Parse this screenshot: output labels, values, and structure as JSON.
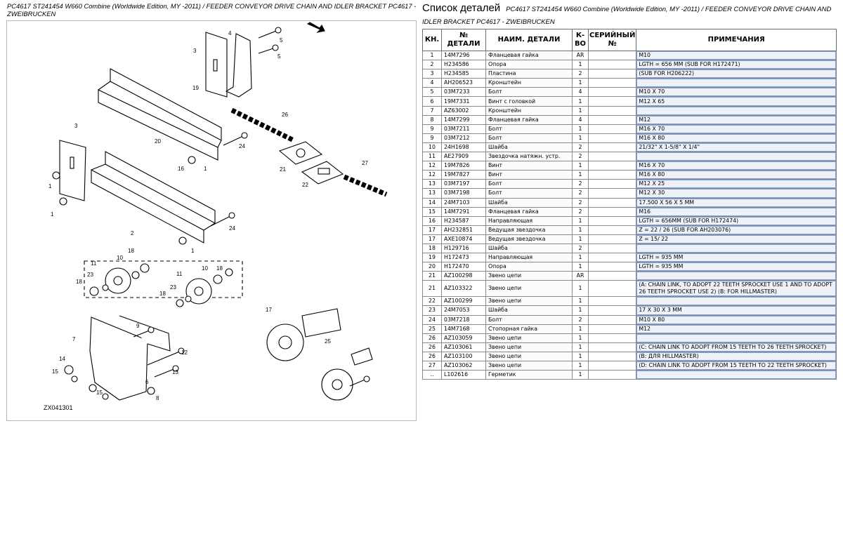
{
  "header_left": {
    "title": "PC4617 ST241454 W660 Combine (Worldwide Edition, MY -2011) / FEEDER CONVEYOR DRIVE CHAIN AND IDLER BRACKET PC4617 - ZWEIBRUCKEN"
  },
  "header_right": {
    "heading": "Список деталей",
    "subtitle": "PC4617 ST241454 W660 Combine (Worldwide Edition, MY -2011) / FEEDER CONVEYOR DRIVE CHAIN AND IDLER BRACKET PC4617 - ZWEIBRUCKEN"
  },
  "diagram": {
    "code": "ZX041301",
    "callouts": [
      "1",
      "1",
      "1",
      "1",
      "1",
      "2",
      "3",
      "3",
      "4",
      "5",
      "5",
      "6",
      "7",
      "8",
      "9",
      "10",
      "10",
      "11",
      "11",
      "12",
      "13",
      "14",
      "15",
      "15",
      "16",
      "17",
      "18",
      "18",
      "18",
      "19",
      "20",
      "21",
      "22",
      "23",
      "23",
      "24",
      "24",
      "25",
      "26",
      "27"
    ]
  },
  "table": {
    "headers": [
      "КН.",
      "№ ДЕТАЛИ",
      "НАИМ. ДЕТАЛИ",
      "К-ВО",
      "СЕРИЙНЫЙ №",
      "ПРИМЕЧАНИЯ"
    ],
    "rows": [
      {
        "kn": "1",
        "part": "14M7296",
        "name": "Фланцевая гайка",
        "qty": "AR",
        "serial": "",
        "note": "M10"
      },
      {
        "kn": "2",
        "part": "H234586",
        "name": "Опора",
        "qty": "1",
        "serial": "",
        "note": "LGTH = 656 MM (SUB FOR H172471)"
      },
      {
        "kn": "3",
        "part": "H234585",
        "name": "Пластина",
        "qty": "2",
        "serial": "",
        "note": "(SUB FOR H206222)"
      },
      {
        "kn": "4",
        "part": "AH206523",
        "name": "Кронштейн",
        "qty": "1",
        "serial": "",
        "note": ""
      },
      {
        "kn": "5",
        "part": "03M7233",
        "name": "Болт",
        "qty": "4",
        "serial": "",
        "note": "M10 X 70"
      },
      {
        "kn": "6",
        "part": "19M7331",
        "name": "Винт с головкой",
        "qty": "1",
        "serial": "",
        "note": "M12 X 65"
      },
      {
        "kn": "7",
        "part": "AZ63002",
        "name": "Кронштейн",
        "qty": "1",
        "serial": "",
        "note": ""
      },
      {
        "kn": "8",
        "part": "14M7299",
        "name": "Фланцевая гайка",
        "qty": "4",
        "serial": "",
        "note": "M12"
      },
      {
        "kn": "9",
        "part": "03M7211",
        "name": "Болт",
        "qty": "1",
        "serial": "",
        "note": "M16 X 70"
      },
      {
        "kn": "9",
        "part": "03M7212",
        "name": "Болт",
        "qty": "1",
        "serial": "",
        "note": "M16 X 80"
      },
      {
        "kn": "10",
        "part": "24H1698",
        "name": "Шайба",
        "qty": "2",
        "serial": "",
        "note": "21/32\" X 1-5/8\" X 1/4\""
      },
      {
        "kn": "11",
        "part": "AE27909",
        "name": "Звездочка натяжн. устр.",
        "qty": "2",
        "serial": "",
        "note": ""
      },
      {
        "kn": "12",
        "part": "19M7826",
        "name": "Винт",
        "qty": "1",
        "serial": "",
        "note": "M16 X 70"
      },
      {
        "kn": "12",
        "part": "19M7827",
        "name": "Винт",
        "qty": "1",
        "serial": "",
        "note": "M16 X 80"
      },
      {
        "kn": "13",
        "part": "03M7197",
        "name": "Болт",
        "qty": "2",
        "serial": "",
        "note": "M12 X 25"
      },
      {
        "kn": "13",
        "part": "03M7198",
        "name": "Болт",
        "qty": "2",
        "serial": "",
        "note": "M12 X 30"
      },
      {
        "kn": "14",
        "part": "24M7103",
        "name": "Шайба",
        "qty": "2",
        "serial": "",
        "note": "17.500 X 56 X 5 MM"
      },
      {
        "kn": "15",
        "part": "14M7291",
        "name": "Фланцевая гайка",
        "qty": "2",
        "serial": "",
        "note": "M16"
      },
      {
        "kn": "16",
        "part": "H234587",
        "name": "Направляющая",
        "qty": "1",
        "serial": "",
        "note": "LGTH = 656MM (SUB FOR H172474)"
      },
      {
        "kn": "17",
        "part": "AH232851",
        "name": "Ведущая звездочка",
        "qty": "1",
        "serial": "",
        "note": "Z = 22 / 26 (SUB FOR AH203076)"
      },
      {
        "kn": "17",
        "part": "AXE10874",
        "name": "Ведущая звездочка",
        "qty": "1",
        "serial": "",
        "note": "Z = 15/ 22"
      },
      {
        "kn": "18",
        "part": "H129716",
        "name": "Шайба",
        "qty": "2",
        "serial": "",
        "note": ""
      },
      {
        "kn": "19",
        "part": "H172473",
        "name": "Направляющая",
        "qty": "1",
        "serial": "",
        "note": "LGTH = 935 MM"
      },
      {
        "kn": "20",
        "part": "H172470",
        "name": "Опора",
        "qty": "1",
        "serial": "",
        "note": "LGTH = 935 MM"
      },
      {
        "kn": "21",
        "part": "AZ100298",
        "name": "Звено цепи",
        "qty": "AR",
        "serial": "",
        "note": ""
      },
      {
        "kn": "21",
        "part": "AZ103322",
        "name": "Звено цепи",
        "qty": "1",
        "serial": "",
        "note": "(A: CHAIN LINK, TO ADOPT 22 TEETH SPROCKET USE 1 AND TO ADOPT 26 TEETH SPROCKET USE 2) (B: FOR HILLMASTER)",
        "tall": true
      },
      {
        "kn": "22",
        "part": "AZ100299",
        "name": "Звено цепи",
        "qty": "1",
        "serial": "",
        "note": ""
      },
      {
        "kn": "23",
        "part": "24M7053",
        "name": "Шайба",
        "qty": "1",
        "serial": "",
        "note": "17 X 30 X 3 MM"
      },
      {
        "kn": "24",
        "part": "03M7218",
        "name": "Болт",
        "qty": "2",
        "serial": "",
        "note": "M10 X 80"
      },
      {
        "kn": "25",
        "part": "14M7168",
        "name": "Стопорная гайка",
        "qty": "1",
        "serial": "",
        "note": "M12"
      },
      {
        "kn": "26",
        "part": "AZ103059",
        "name": "Звено цепи",
        "qty": "1",
        "serial": "",
        "note": ""
      },
      {
        "kn": "26",
        "part": "AZ103061",
        "name": "Звено цепи",
        "qty": "1",
        "serial": "",
        "note": "(C: CHAIN LINK TO ADOPT FROM 15 TEETH TO 26 TEETH SPROCKET)"
      },
      {
        "kn": "26",
        "part": "AZ103100",
        "name": "Звено цепи",
        "qty": "1",
        "serial": "",
        "note": "(B: ДЛЯ HILLMASTER)"
      },
      {
        "kn": "27",
        "part": "AZ103062",
        "name": "Звено цепи",
        "qty": "1",
        "serial": "",
        "note": "(D: CHAIN LINK TO ADOPT FROM 15 TEETH TO 22 TEETH SPROCKET)"
      },
      {
        "kn": "..",
        "part": "L102616",
        "name": "Герметик",
        "qty": "1",
        "serial": "",
        "note": ""
      }
    ]
  }
}
